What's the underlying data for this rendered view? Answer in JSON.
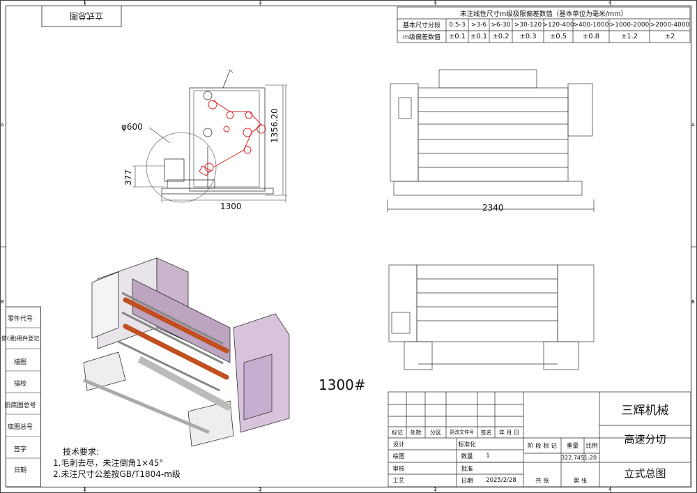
{
  "border": {
    "top_numbers": [
      "1",
      "2",
      "3",
      "4"
    ],
    "bottom_numbers": [
      "1",
      "2",
      "3",
      "4"
    ],
    "side_letters": [
      "A",
      "B"
    ]
  },
  "stamp": {
    "text": "立式总图"
  },
  "left_column": {
    "labels": [
      "零件代号",
      "借(通)用件登记",
      "描图",
      "描校",
      "旧底图总号",
      "底图总号",
      "签字",
      "日期"
    ]
  },
  "tolerance_table": {
    "title": "未注线性尺寸m级极限偏差数值（基本单位为毫米/mm）",
    "row1_head": "基本尺寸分段",
    "row2_head": "m级偏差数值",
    "ranges": [
      "0.5-3",
      ">3-6",
      ">6-30",
      ">30-120",
      ">120-400",
      ">400-1000",
      ">1000-2000",
      ">2000-4000"
    ],
    "deviations": [
      "±0.1",
      "±0.1",
      "±0.2",
      "±0.3",
      "±0.5",
      "±0.8",
      "±1.2",
      "±2"
    ]
  },
  "side_view": {
    "dim_diameter": "φ600",
    "dim_height": "1356.20",
    "dim_left": "377",
    "dim_width": "1300"
  },
  "front_view": {
    "dim_width": "2340"
  },
  "model_label": "1300#",
  "tech_requirements": {
    "title": "技术要求:",
    "items": [
      "1.毛刺去尽，未注倒角1×45°",
      "2.未注尺寸公差按GB/T1804-m级"
    ]
  },
  "title_block": {
    "company": "三辉机械",
    "product": "高速分切",
    "drawing_name": "立式总图",
    "rev_headers": [
      "标记",
      "处数",
      "分区",
      "更改文件号",
      "签名",
      "年 月 日"
    ],
    "row_design": "设计",
    "row_draw": "绘图",
    "row_review": "审核",
    "row_craft": "工艺",
    "std": "标准化",
    "qty_label": "数量",
    "qty_value": "1",
    "approve": "批准",
    "date_label": "日期",
    "date_value": "2025/2/28",
    "stage_label": "阶 段 标 记",
    "weight_label": "重量",
    "scale_label": "比例",
    "weight_scale": "322.7451:20",
    "total_sheets": "共   张",
    "sheet_no": "第   张"
  }
}
